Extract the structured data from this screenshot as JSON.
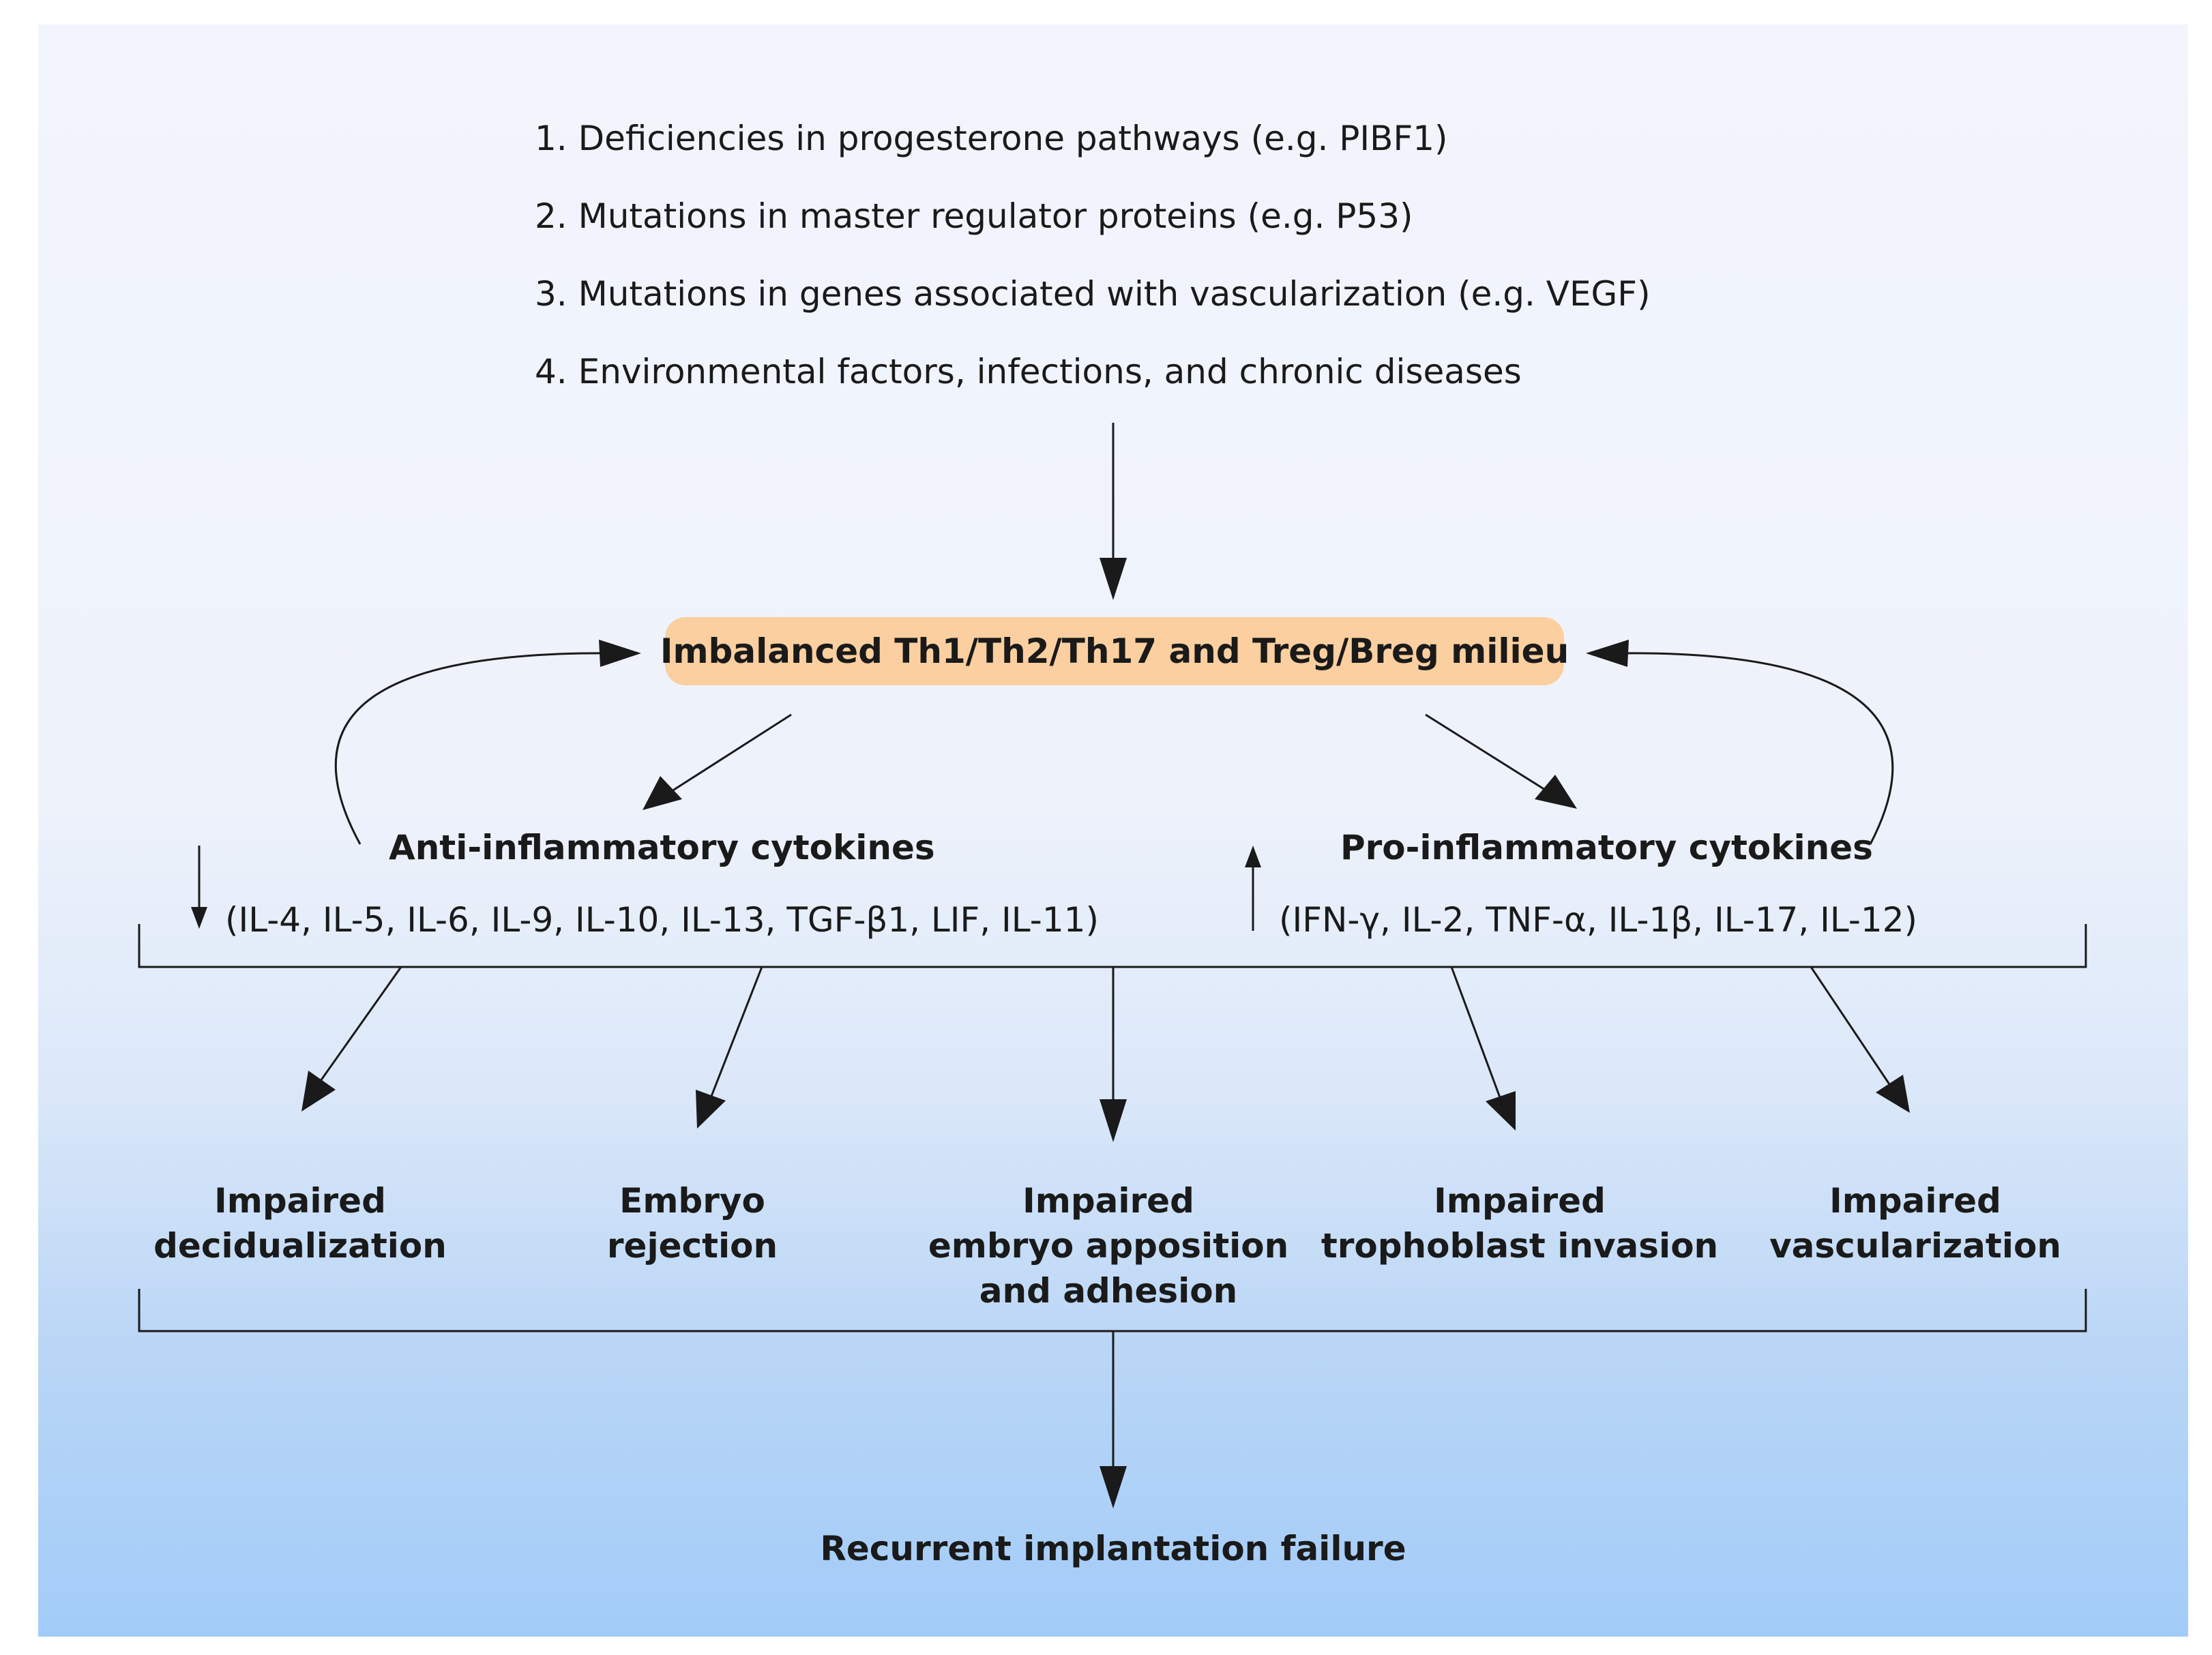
{
  "causes": [
    "1. Deficiencies in progesterone pathways (e.g. PIBF1)",
    "2. Mutations in master regulator proteins (e.g. P53)",
    "3. Mutations in genes associated with vascularization (e.g. VEGF)",
    "4. Environmental factors, infections, and chronic diseases"
  ],
  "center": "Imbalanced Th1/Th2/Th17 and Treg/Breg milieu",
  "anti": {
    "heading": "Anti-inflammatory cytokines",
    "list": "(IL-4, IL-5, IL-6, IL-9, IL-10, IL-13, TGF-β1, LIF, IL-11)",
    "direction": "down"
  },
  "pro": {
    "heading": "Pro-inflammatory cytokines",
    "list": "(IFN-γ, IL-2, TNF-α, IL-1β, IL-17, IL-12)",
    "direction": "up"
  },
  "outcomes": [
    {
      "lines": [
        "Impaired",
        "decidualization"
      ]
    },
    {
      "lines": [
        "Embryo",
        "rejection"
      ]
    },
    {
      "lines": [
        "Impaired",
        "embryo apposition",
        "and adhesion"
      ]
    },
    {
      "lines": [
        "Impaired",
        "trophoblast invasion"
      ]
    },
    {
      "lines": [
        "Impaired",
        "vascularization"
      ]
    }
  ],
  "final": "Recurrent implantation failure",
  "colors": {
    "box": "#fbcf9f",
    "panel_bottom": "#a2ccf8",
    "ink": "#1a1a1a"
  }
}
